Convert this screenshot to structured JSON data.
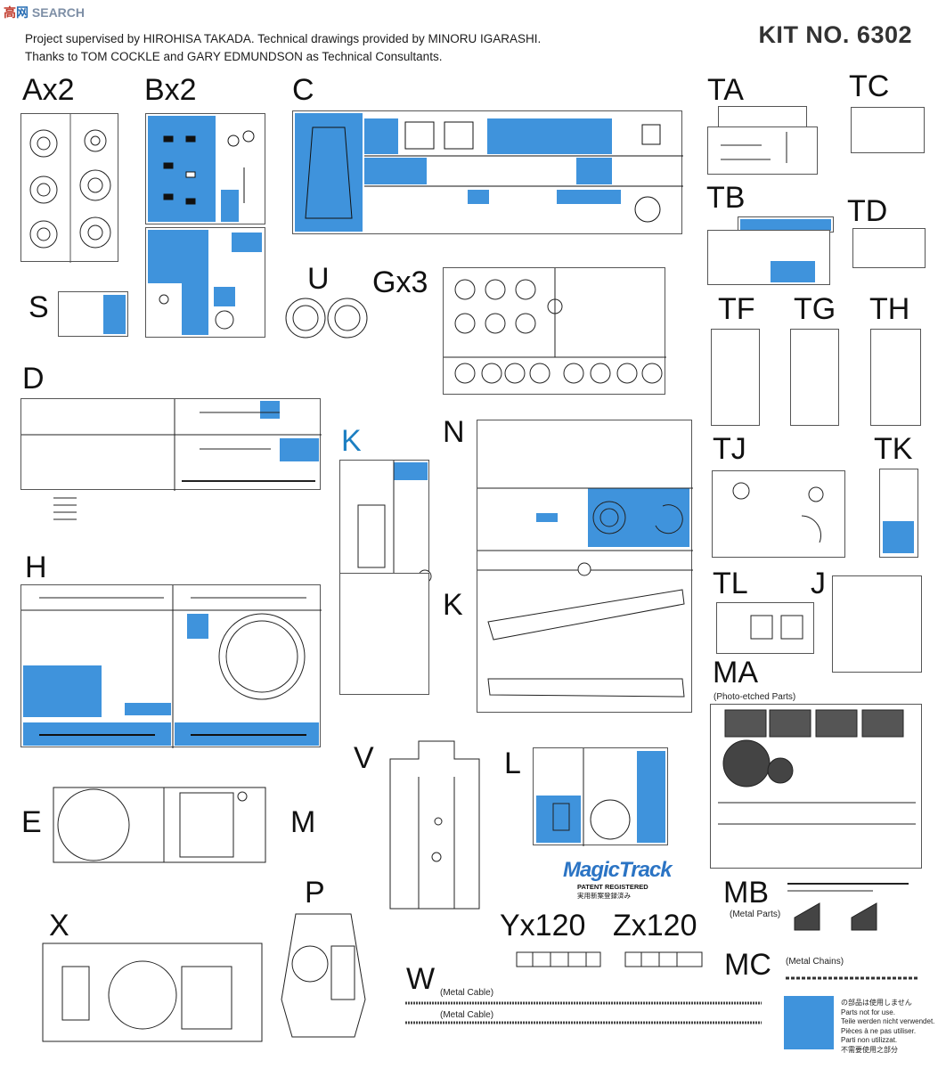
{
  "watermark": "SEARCH",
  "credits": {
    "line1": "Project supervised by HIROHISA TAKADA. Technical drawings provided by MINORU IGARASHI.",
    "line2": "Thanks to TOM COCKLE and GARY EDMUNDSON as Technical Consultants."
  },
  "kit_no": "KIT NO. 6302",
  "sprue_labels": {
    "ax2": "Ax2",
    "bx2": "Bx2",
    "c": "C",
    "ta": "TA",
    "tc": "TC",
    "tb": "TB",
    "td": "TD",
    "s": "S",
    "u": "U",
    "gx3": "Gx3",
    "tf": "TF",
    "tg": "TG",
    "th": "TH",
    "d": "D",
    "k_blue": "K",
    "n": "N",
    "tj": "TJ",
    "tk": "TK",
    "k": "K",
    "tl": "TL",
    "j": "J",
    "h": "H",
    "ma": "MA",
    "v": "V",
    "l": "L",
    "e": "E",
    "m": "M",
    "mb": "MB",
    "p": "P",
    "yx120": "Yx120",
    "zx120": "Zx120",
    "x": "X",
    "mc": "MC",
    "w": "W"
  },
  "sublabels": {
    "ma": "(Photo-etched Parts)",
    "mb": "(Metal Parts)",
    "mc": "(Metal Chains)",
    "w1": "(Metal Cable)",
    "w2": "(Metal Cable)"
  },
  "magic_track": {
    "logo": "MagicTrack",
    "line1": "PATENT REGISTERED",
    "line2": "実用新案登録済み"
  },
  "not_for_use": [
    "の部品は使用しません",
    "Parts not for use.",
    "Teile werden nicht verwendet.",
    "Pièces à ne pas utiliser.",
    "Parti non utilizzat.",
    "不需要使用之部分"
  ],
  "colors": {
    "blue": "#3f93dc",
    "kit_blue_label": "#1c7fc2"
  }
}
